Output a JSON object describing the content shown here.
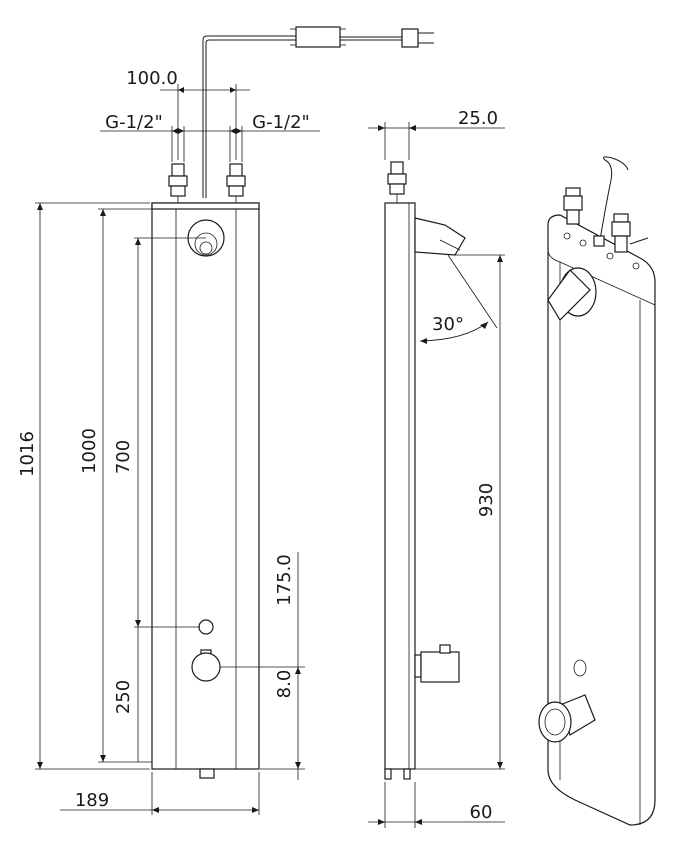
{
  "labels": {
    "d100": "100.0",
    "g_left": "G-1/2\"",
    "g_right": "G-1/2\"",
    "d25": "25.0",
    "d1016": "1016",
    "d1000": "1000",
    "d700": "700",
    "d930": "930",
    "angle": "30°",
    "d175": "175.0",
    "d8": "8.0",
    "d250": "250",
    "d189": "189",
    "d60": "60"
  }
}
